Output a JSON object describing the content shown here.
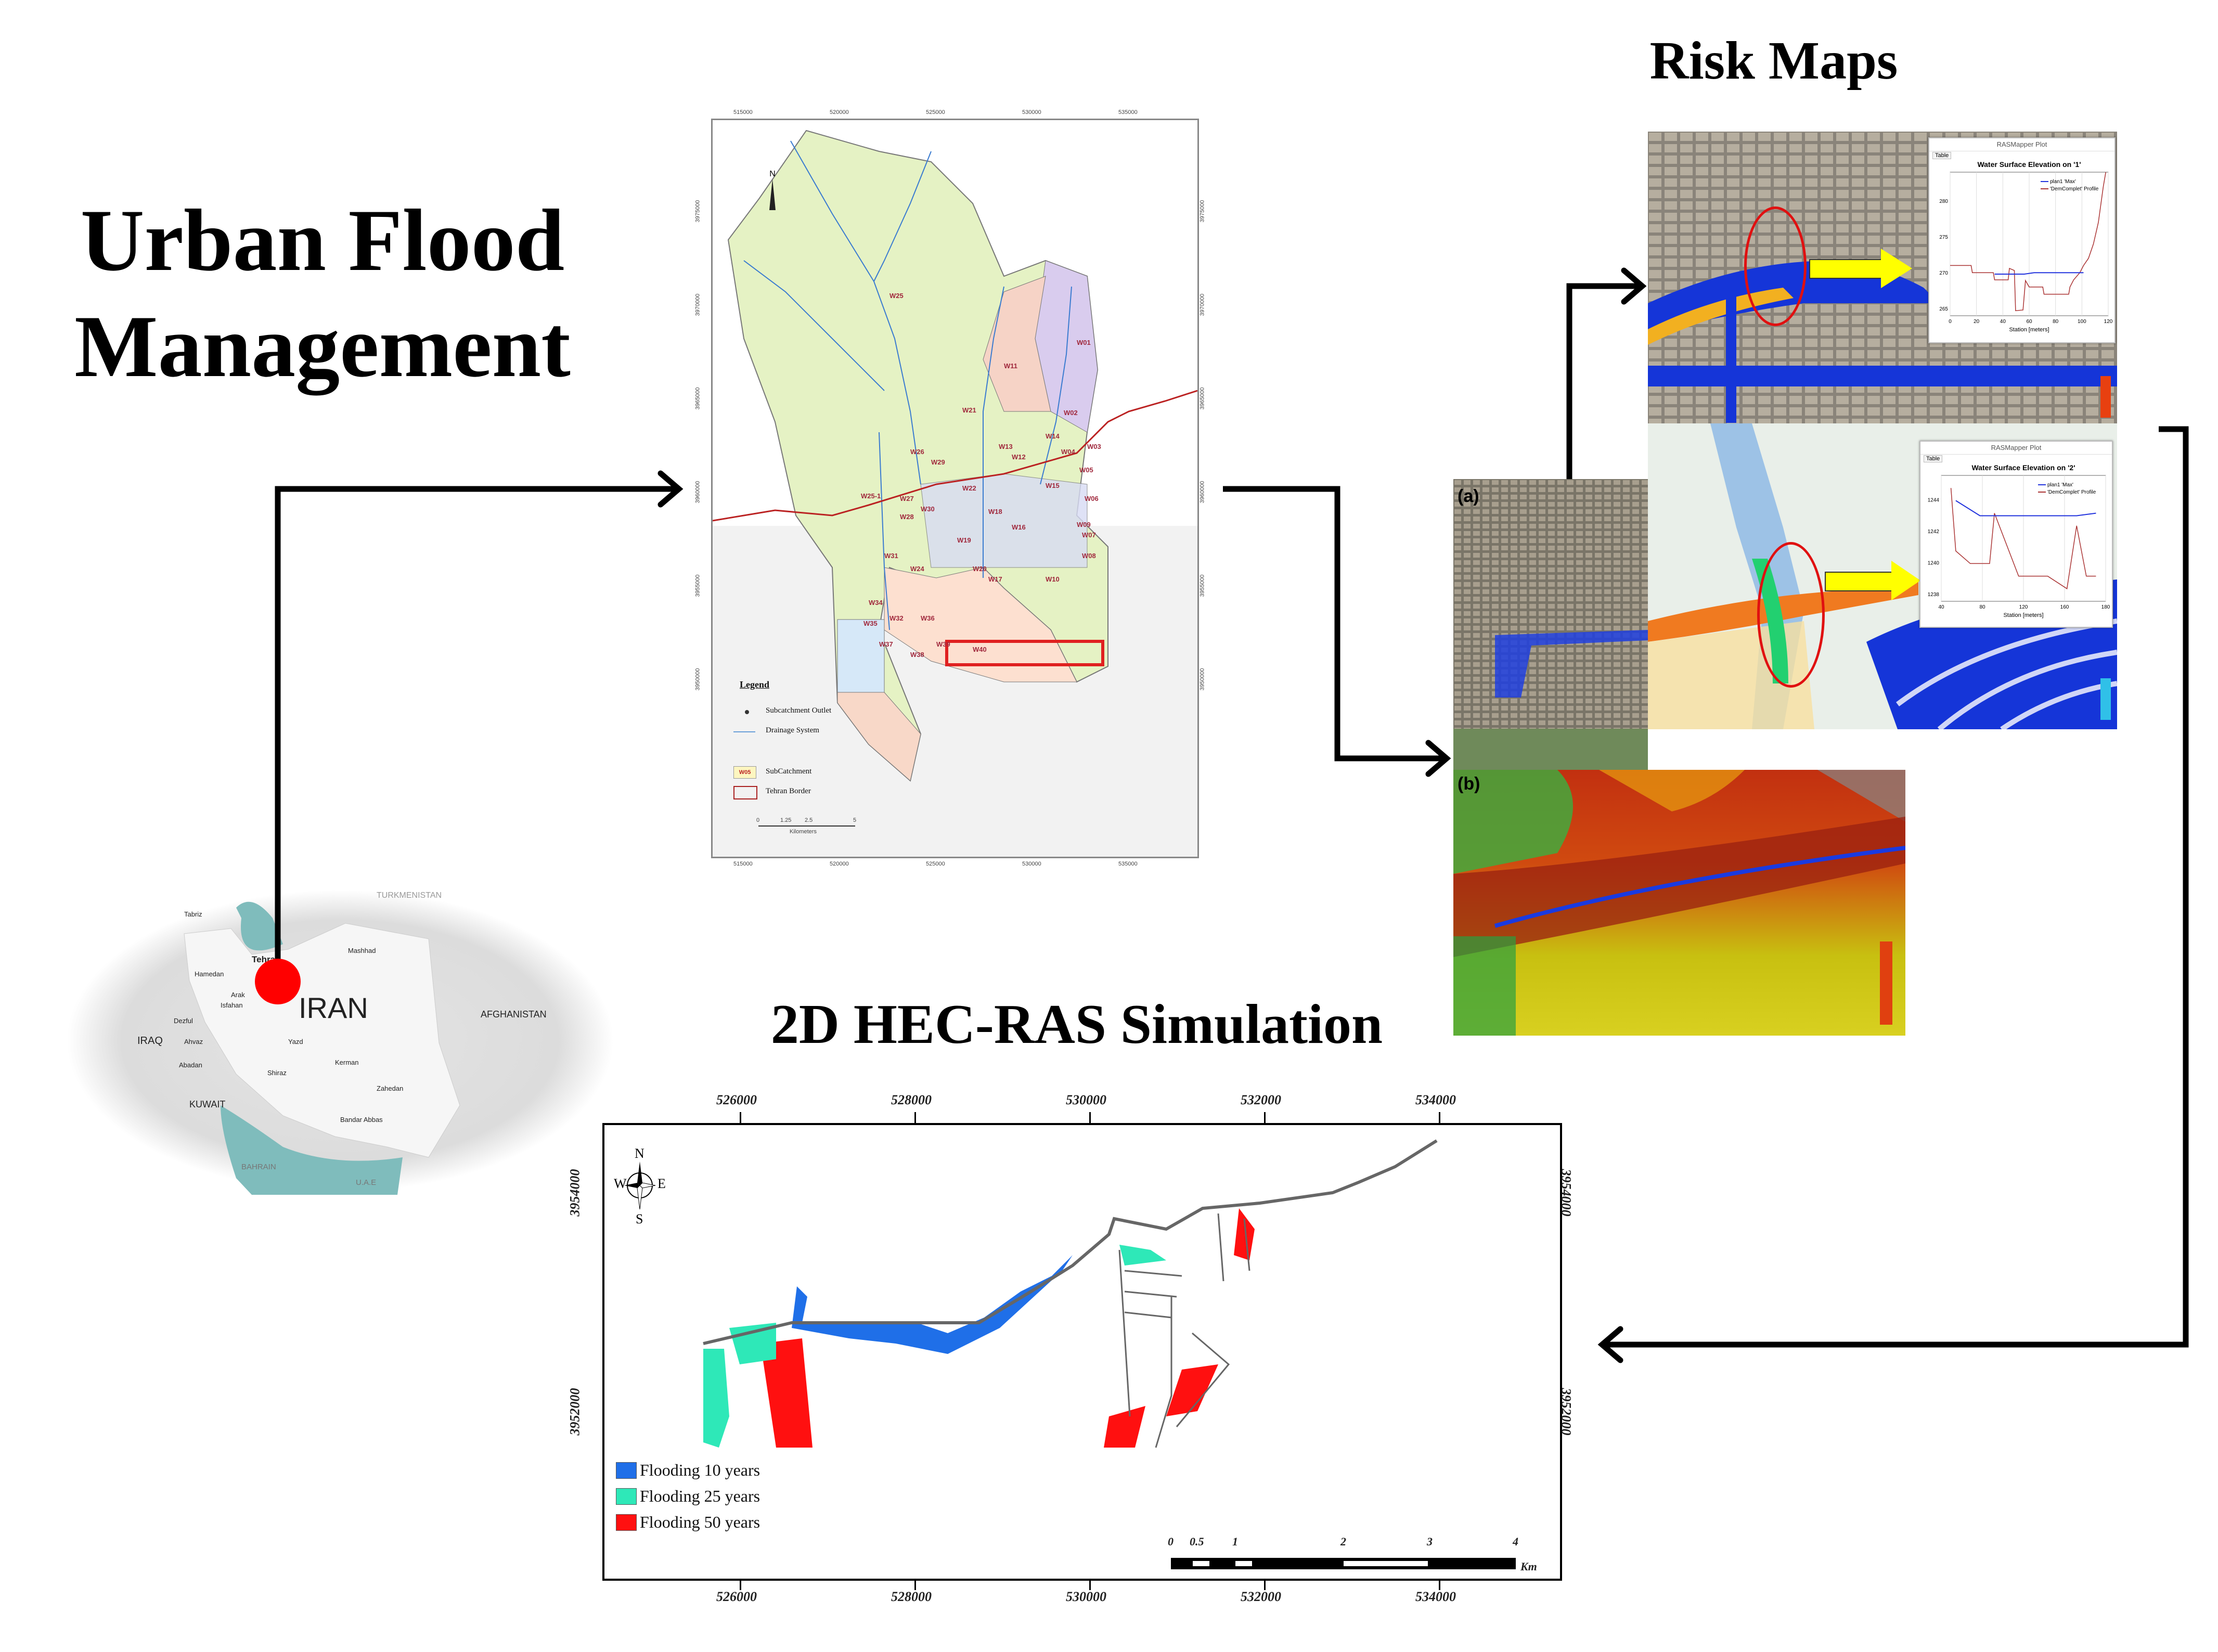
{
  "titles": {
    "main_line1": "Urban Flood",
    "main_line2": "Management",
    "risk_maps": "Risk Maps",
    "hec_ras": "2D HEC-RAS Simulation"
  },
  "iran_map": {
    "country": "IRAN",
    "neighbors": [
      "IRAQ",
      "AFGHANISTAN",
      "KUWAIT",
      "TURKMENISTAN",
      "BAHRAIN",
      "U.A.E"
    ],
    "cities": [
      "Tabriz",
      "Tehran",
      "Hamedan",
      "Arak",
      "Isfahan",
      "Dezful",
      "Ahvaz",
      "Abadan",
      "Shiraz",
      "Yazd",
      "Kerman",
      "Mashhad",
      "Zahedan",
      "Bandar Abbas"
    ],
    "marker_color": "#ff0000"
  },
  "catchment_map": {
    "north": "N",
    "x_ticks": [
      "515000",
      "520000",
      "525000",
      "530000",
      "535000"
    ],
    "y_ticks": [
      "3975000",
      "3970000",
      "3965000",
      "3960000",
      "3955000",
      "3950000"
    ],
    "subcatchments": [
      "W25",
      "W21",
      "W11",
      "W01",
      "W02",
      "W14",
      "W13",
      "W12",
      "W03",
      "W04",
      "W05",
      "W26",
      "W29",
      "W22",
      "W15",
      "W25-1",
      "W27",
      "W30",
      "W28",
      "W18",
      "W09",
      "W16",
      "W06",
      "W07",
      "W08",
      "W19",
      "W31",
      "W24",
      "W20",
      "W17",
      "W10",
      "W34",
      "W35",
      "W32",
      "W36",
      "W37",
      "W38",
      "W39",
      "W40"
    ],
    "legend": {
      "title": "Legend",
      "items": [
        "Subcatchment Outlet",
        "Drainage System",
        "SubCatchment",
        "Tehran Border"
      ],
      "swatch_label": "W05"
    },
    "scale": {
      "ticks": [
        "0",
        "1.25",
        "2.5",
        "5"
      ],
      "unit": "Kilometers"
    },
    "highlight_color": "#e02020"
  },
  "risk_maps": {
    "panel_a_label": "(a)",
    "panel_b_label": "(b)",
    "plot1": {
      "window_title": "RASMapper Plot",
      "tab": "Table",
      "title": "Water Surface Elevation on '1'",
      "legend": [
        "plan1 'Max'",
        "'DemComplet' Profile"
      ],
      "x_ticks": [
        "0",
        "20",
        "40",
        "60",
        "80",
        "100",
        "120"
      ],
      "y_ticks": [
        "265",
        "270",
        "275",
        "280"
      ],
      "xlabel": "Station [meters]"
    },
    "plot2": {
      "window_title": "RASMapper Plot",
      "tab": "Table",
      "title": "Water Surface Elevation on '2'",
      "legend": [
        "plan1 'Max'",
        "'DemComplet' Profile"
      ],
      "x_ticks": [
        "40",
        "80",
        "120",
        "160",
        "180"
      ],
      "y_ticks": [
        "1238",
        "1240",
        "1242",
        "1244"
      ],
      "xlabel": "Station [meters]"
    }
  },
  "flood_map": {
    "north": "N",
    "south": "S",
    "east": "E",
    "west": "W",
    "x_ticks": [
      "526000",
      "528000",
      "530000",
      "532000",
      "534000"
    ],
    "y_ticks": [
      "3954000",
      "3952000"
    ],
    "legend": [
      {
        "label": "Flooding 10 years",
        "color": "#1f6fe8"
      },
      {
        "label": "Flooding 25 years",
        "color": "#2ee8b8"
      },
      {
        "label": "Flooding 50 years",
        "color": "#ff1010"
      }
    ],
    "scale": {
      "ticks": [
        "0",
        "0.5",
        "1",
        "2",
        "3",
        "4"
      ],
      "unit": "Km"
    }
  }
}
